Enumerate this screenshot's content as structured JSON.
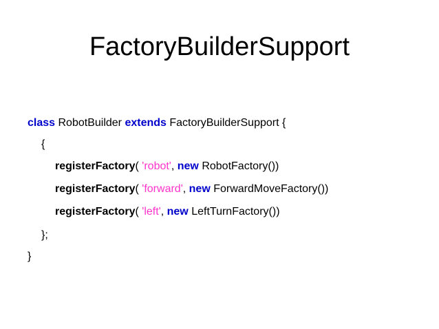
{
  "slide": {
    "title": "FactoryBuilderSupport"
  },
  "colors": {
    "keyword": "#0000cc",
    "string": "#ff33cc",
    "text": "#000000"
  },
  "code": {
    "line1": {
      "kw1": "class",
      "t1": " RobotBuilder ",
      "kw2": "extends",
      "t2": " FactoryBuilderSupport {"
    },
    "line2": {
      "t1": "{"
    },
    "line3": {
      "call": "registerFactory",
      "t1": "( ",
      "str": "'robot'",
      "t2": ", ",
      "kw": "new",
      "t3": " RobotFactory())"
    },
    "line4": {
      "call": "registerFactory",
      "t1": "( ",
      "str": "'forward'",
      "t2": ", ",
      "kw": "new",
      "t3": " ForwardMoveFactory())"
    },
    "line5": {
      "call": "registerFactory",
      "t1": "( ",
      "str": "'left'",
      "t2": ", ",
      "kw": "new",
      "t3": " LeftTurnFactory())"
    },
    "line6": {
      "t1": "};"
    },
    "line7": {
      "t1": "}"
    }
  }
}
